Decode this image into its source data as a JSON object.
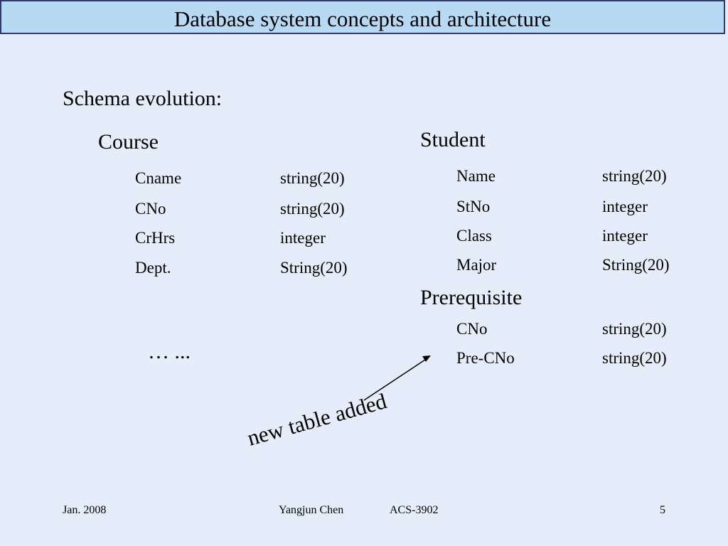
{
  "header": {
    "title": "Database system concepts and architecture"
  },
  "slide": {
    "heading": "Schema evolution:",
    "course": {
      "name": "Course",
      "rows": [
        {
          "field": "Cname",
          "type": "string(20)"
        },
        {
          "field": "CNo",
          "type": "string(20)"
        },
        {
          "field": "CrHrs",
          "type": "integer"
        },
        {
          "field": "Dept.",
          "type": "String(20)"
        }
      ],
      "ellipsis": "… ..."
    },
    "student": {
      "name": "Student",
      "rows": [
        {
          "field": "Name",
          "type": "string(20)"
        },
        {
          "field": "StNo",
          "type": "integer"
        },
        {
          "field": "Class",
          "type": "integer"
        },
        {
          "field": "Major",
          "type": "String(20)"
        }
      ]
    },
    "prerequisite": {
      "name": "Prerequisite",
      "rows": [
        {
          "field": "CNo",
          "type": "string(20)"
        },
        {
          "field": "Pre-CNo",
          "type": "string(20)"
        }
      ]
    },
    "annotation": "new table added"
  },
  "footer": {
    "date": "Jan. 2008",
    "author": "Yangjun Chen",
    "course_code": "ACS-3902",
    "page_number": "5"
  }
}
